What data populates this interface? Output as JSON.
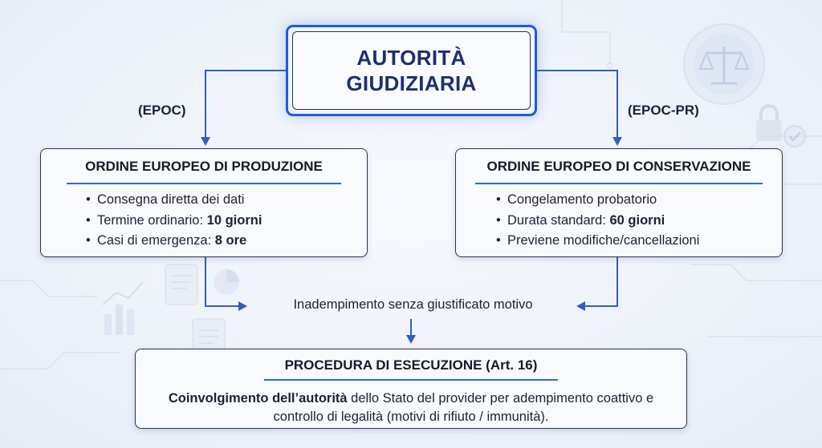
{
  "top": {
    "title_line1": "AUTORITÀ",
    "title_line2": "GIUDIZIARIA"
  },
  "branches": {
    "left_label": "(EPOC)",
    "right_label": "(EPOC-PR)"
  },
  "left_box": {
    "title": "ORDINE EUROPEO DI PRODUZIONE",
    "items": [
      {
        "text": "Consegna diretta dei dati",
        "bold": ""
      },
      {
        "text": "Termine ordinario: ",
        "bold": "10 giorni"
      },
      {
        "text": "Casi di emergenza: ",
        "bold": "8 ore"
      }
    ]
  },
  "right_box": {
    "title": "ORDINE EUROPEO DI CONSERVAZIONE",
    "items": [
      {
        "text": "Congelamento probatorio",
        "bold": ""
      },
      {
        "text": "Durata standard: ",
        "bold": "60 giorni"
      },
      {
        "text": "Previene modifiche/cancellazioni",
        "bold": ""
      }
    ]
  },
  "middle": {
    "text": "Inadempimento senza giustificato motivo"
  },
  "bottom_box": {
    "title": "PROCEDURA DI ESECUZIONE (Art. 16)",
    "body_bold": "Coinvolgimento dell’autorità",
    "body_rest": " dello Stato del provider per adempimento coattivo e controllo di legalità (motivi di rifiuto / immunità)."
  },
  "colors": {
    "accent": "#1e5bd6",
    "connector": "#2f5fc4",
    "text": "#1b2233",
    "title": "#1d2f6f"
  },
  "decor_icons": [
    "scales-icon",
    "padlock-icon",
    "check-badge-icon",
    "document-icon",
    "bar-chart-icon",
    "pie-chart-icon",
    "circuit-lines"
  ]
}
